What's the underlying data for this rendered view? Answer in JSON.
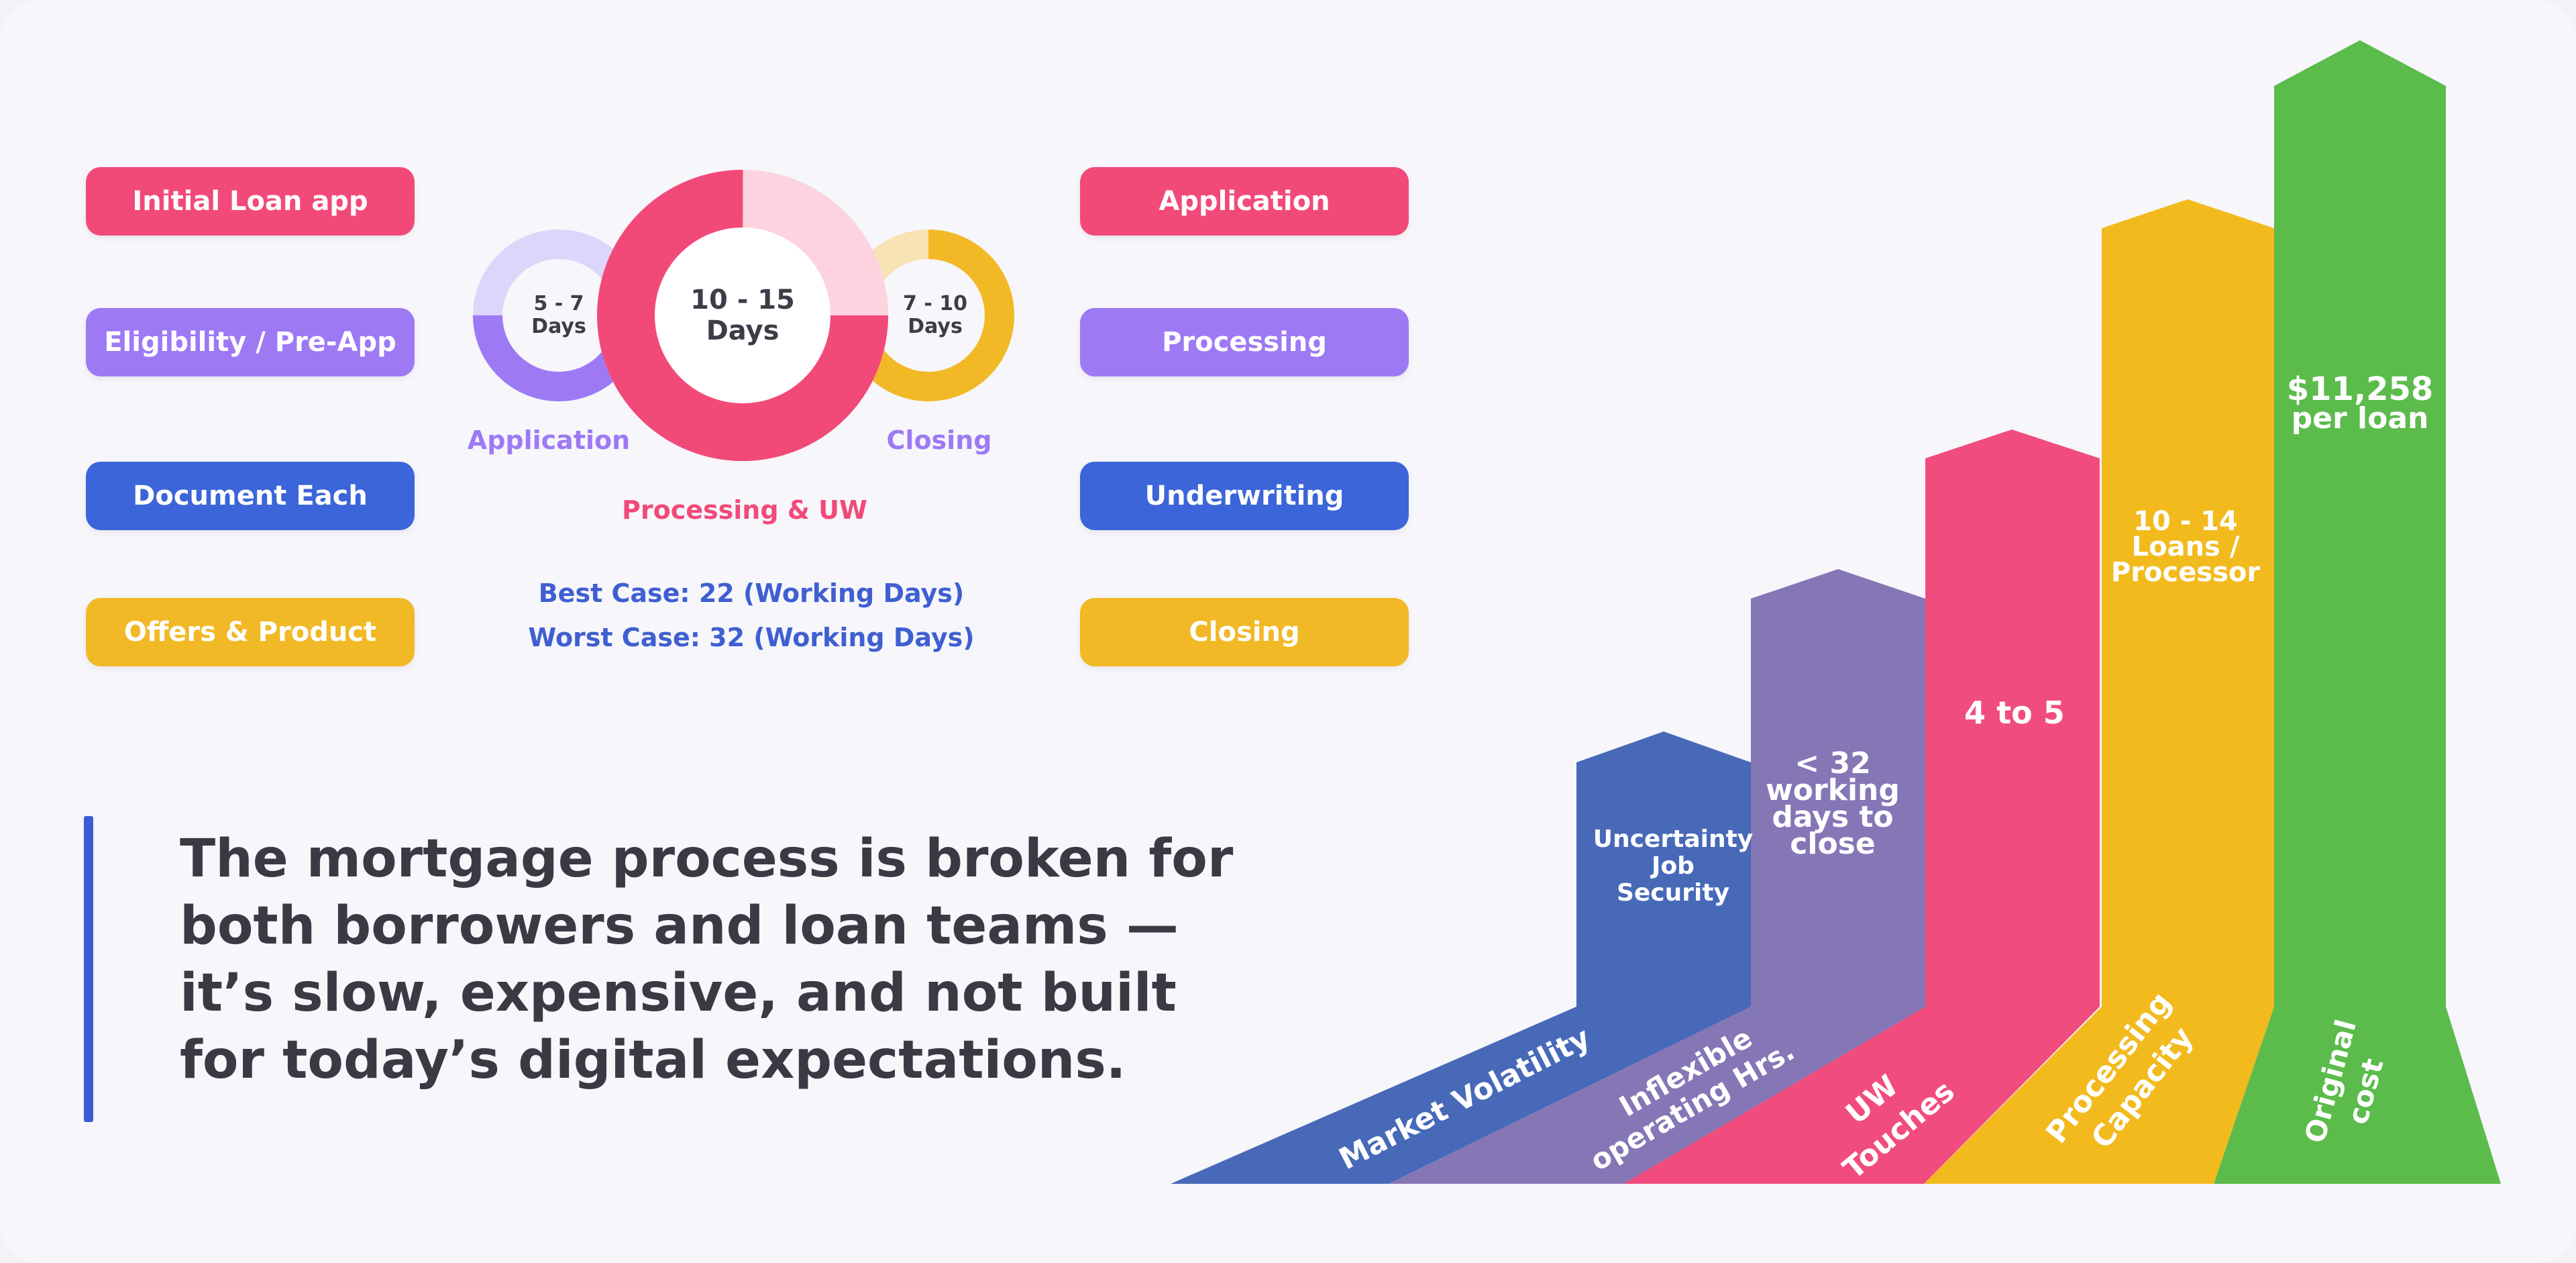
{
  "left_pills": [
    {
      "label": "Initial Loan app",
      "color": "#f24a78"
    },
    {
      "label": "Eligibility / Pre-App",
      "color": "#9d79f4"
    },
    {
      "label": "Document Each",
      "color": "#3b65d8"
    },
    {
      "label": "Offers & Product",
      "color": "#f2b926"
    }
  ],
  "right_pills": [
    {
      "label": "Application",
      "color": "#f24a78"
    },
    {
      "label": "Processing",
      "color": "#9d79f4"
    },
    {
      "label": "Underwriting",
      "color": "#3b65d8"
    },
    {
      "label": "Closing",
      "color": "#f2b926"
    }
  ],
  "donuts": {
    "application": {
      "line1": "5 - 7",
      "line2": "Days",
      "label": "Application",
      "color": "#9d79f4",
      "track": "#dcd6fb"
    },
    "processing": {
      "line1": "10 - 15",
      "line2": "Days",
      "label": "Processing & UW",
      "color": "#f24a78",
      "track": "#fcd3de"
    },
    "closing": {
      "line1": "7 - 10",
      "line2": "Days",
      "label": "Closing",
      "color": "#f2b926",
      "track": "#f8e3b5"
    }
  },
  "timeline": {
    "best": "Best  Case: 22  (Working Days)",
    "worst": "Worst  Case: 32 (Working Days)"
  },
  "headline": [
    "The mortgage process is broken for",
    "both borrowers and loan teams —",
    "it’s slow, expensive, and not built",
    "for today’s digital expectations."
  ],
  "columns": [
    {
      "id": "market",
      "top_label": [
        "Uncertainty",
        "Job",
        "Security"
      ],
      "base_label": [
        "Market Volatility"
      ],
      "color": "#4769b8"
    },
    {
      "id": "hours",
      "top_label": [
        "< 32",
        "working",
        "days to",
        "close"
      ],
      "base_label": [
        "Inflexible",
        "operating Hrs."
      ],
      "color": "#8576b6"
    },
    {
      "id": "uw",
      "top_label": [
        "4 to 5"
      ],
      "base_label": [
        "UW",
        "Touches"
      ],
      "color": "#f04d7e"
    },
    {
      "id": "capacity",
      "top_label": [
        "10 - 14",
        "Loans /",
        "Processor"
      ],
      "base_label": [
        "Processing",
        "Capacity"
      ],
      "color": "#f2ba1d"
    },
    {
      "id": "cost",
      "top_label": [
        "$11,258",
        "per loan"
      ],
      "base_label": [
        "Original",
        "cost"
      ],
      "color": "#5bbb4b"
    }
  ]
}
